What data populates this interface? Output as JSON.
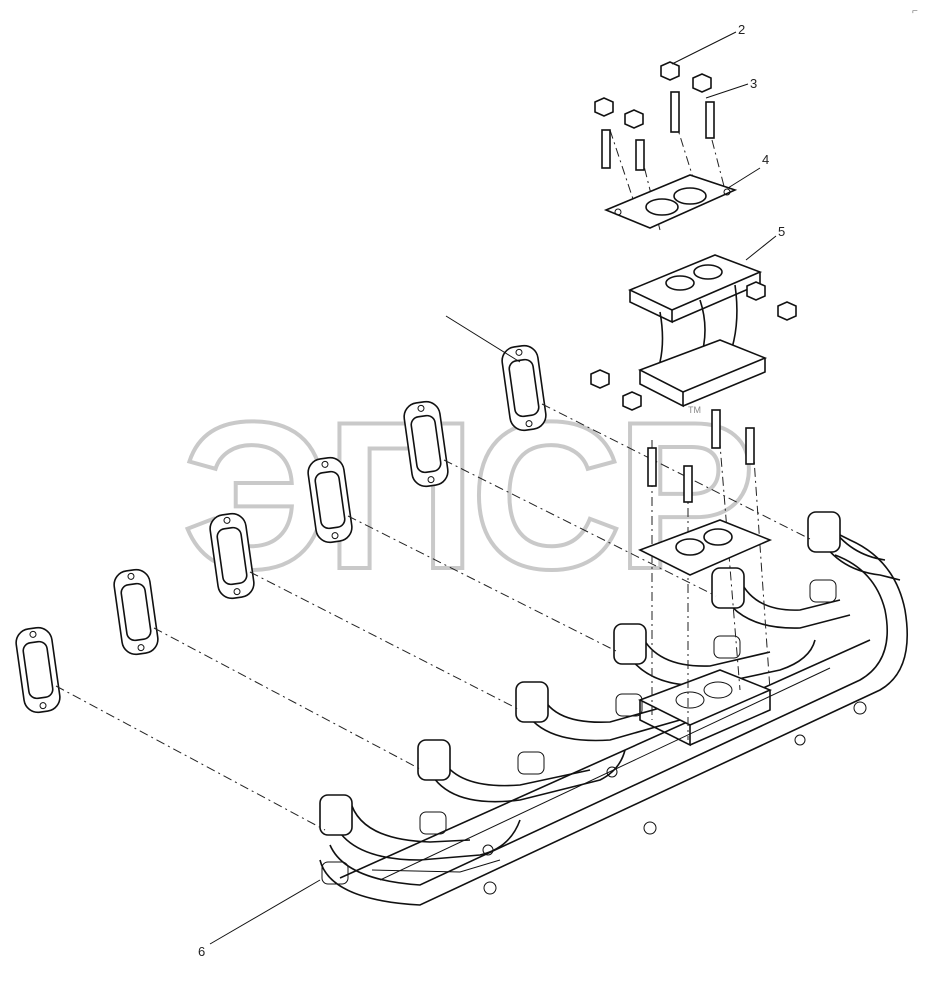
{
  "watermark": {
    "text": "ЭПСР",
    "note_mark": "TM"
  },
  "callouts": [
    {
      "id": "c2",
      "label": "2"
    },
    {
      "id": "c3",
      "label": "3"
    },
    {
      "id": "c4",
      "label": "4"
    },
    {
      "id": "c5",
      "label": "5"
    },
    {
      "id": "c6",
      "label": "6"
    },
    {
      "id": "c1",
      "label": ""
    }
  ],
  "corner_mark": "⌐"
}
